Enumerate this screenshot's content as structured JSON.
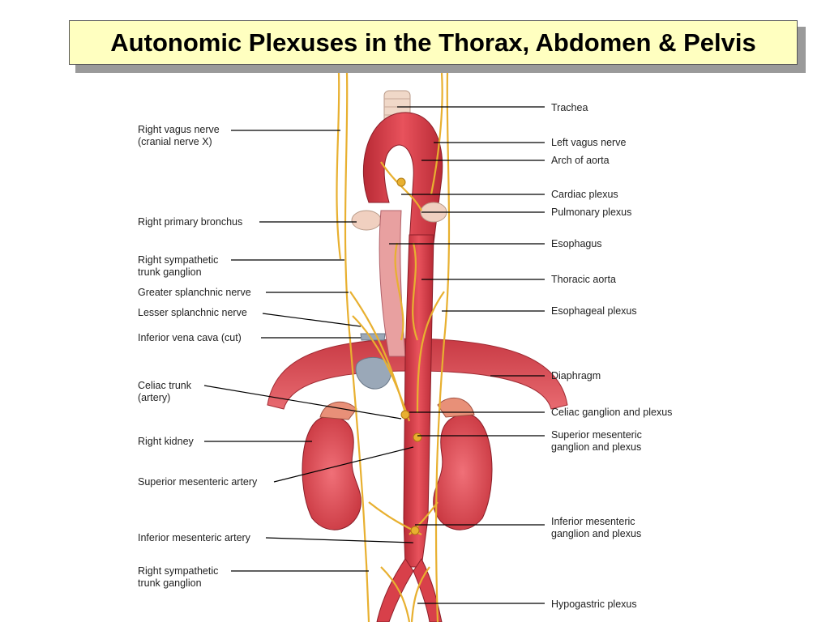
{
  "title": "Autonomic Plexuses in the Thorax, Abdomen & Pelvis",
  "colors": {
    "title_bg": "#ffffc0",
    "artery": "#d8404a",
    "nerve": "#e8b030",
    "organ": "#e04a55",
    "vein": "#9aa8b8"
  },
  "labels_left": [
    {
      "id": "right-vagus-nerve",
      "text": "Right vagus nerve\n(cranial nerve X)"
    },
    {
      "id": "right-primary-bronchus",
      "text": "Right primary bronchus"
    },
    {
      "id": "right-sympathetic-trunk-ganglion-upper",
      "text": "Right sympathetic\ntrunk ganglion"
    },
    {
      "id": "greater-splanchnic-nerve",
      "text": "Greater splanchnic nerve"
    },
    {
      "id": "lesser-splanchnic-nerve",
      "text": "Lesser splanchnic nerve"
    },
    {
      "id": "inferior-vena-cava",
      "text": "Inferior vena cava (cut)"
    },
    {
      "id": "celiac-trunk",
      "text": "Celiac trunk\n(artery)"
    },
    {
      "id": "right-kidney",
      "text": "Right kidney"
    },
    {
      "id": "superior-mesenteric-artery",
      "text": "Superior mesenteric artery"
    },
    {
      "id": "inferior-mesenteric-artery",
      "text": "Inferior mesenteric artery"
    },
    {
      "id": "right-sympathetic-trunk-ganglion-lower",
      "text": "Right sympathetic\ntrunk ganglion"
    }
  ],
  "labels_right": [
    {
      "id": "trachea",
      "text": "Trachea"
    },
    {
      "id": "left-vagus-nerve",
      "text": "Left vagus nerve"
    },
    {
      "id": "arch-of-aorta",
      "text": "Arch of aorta"
    },
    {
      "id": "cardiac-plexus",
      "text": "Cardiac plexus"
    },
    {
      "id": "pulmonary-plexus",
      "text": "Pulmonary plexus"
    },
    {
      "id": "esophagus",
      "text": "Esophagus"
    },
    {
      "id": "thoracic-aorta",
      "text": "Thoracic aorta"
    },
    {
      "id": "esophageal-plexus",
      "text": "Esophageal plexus"
    },
    {
      "id": "diaphragm",
      "text": "Diaphragm"
    },
    {
      "id": "celiac-ganglion",
      "text": "Celiac ganglion and plexus"
    },
    {
      "id": "superior-mesenteric-ganglion",
      "text": "Superior mesenteric\nganglion and plexus"
    },
    {
      "id": "inferior-mesenteric-ganglion",
      "text": "Inferior mesenteric\nganglion and plexus"
    },
    {
      "id": "hypogastric-plexus",
      "text": "Hypogastric plexus"
    }
  ]
}
